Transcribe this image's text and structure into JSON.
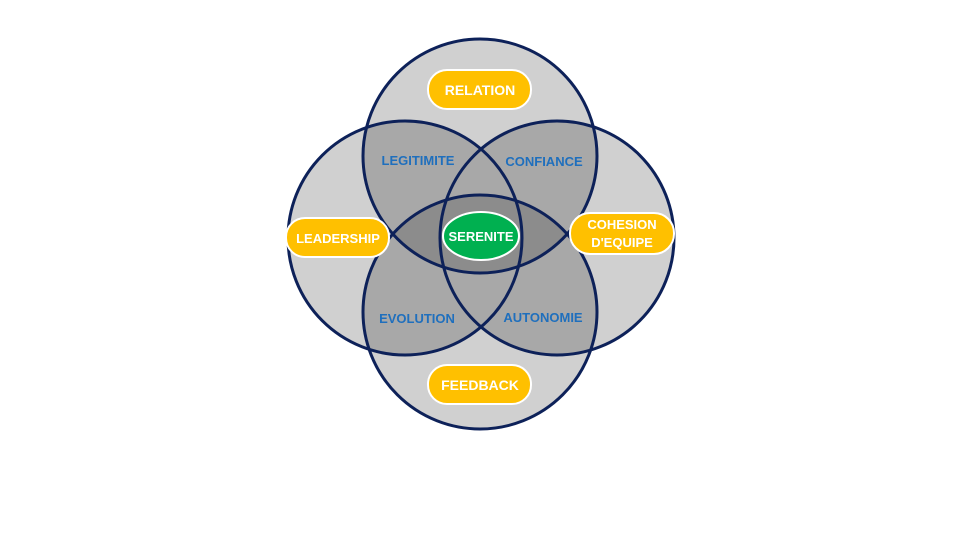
{
  "diagram": {
    "colors": {
      "circle_fill": "#d0d0d0",
      "circle_stroke": "#0d2159",
      "overlap_two": "#a8a8a8",
      "overlap_three": "#8c8c8c",
      "badge_fill": "#ffc000",
      "badge_text": "#ffffff",
      "intersection_text": "#1f6fbd",
      "center_fill": "#00b050",
      "center_text": "#ffffff"
    },
    "circles": [
      {
        "id": "top",
        "label": "RELATION"
      },
      {
        "id": "left",
        "label": "LEADERSHIP"
      },
      {
        "id": "right",
        "label_line1": "COHESION",
        "label_line2": "D'EQUIPE"
      },
      {
        "id": "bottom",
        "label": "FEEDBACK"
      }
    ],
    "intersections": {
      "top_left": "LEGITIMITE",
      "top_right": "CONFIANCE",
      "bottom_left": "EVOLUTION",
      "bottom_right": "AUTONOMIE"
    },
    "center": {
      "label": "SERENITE"
    }
  }
}
